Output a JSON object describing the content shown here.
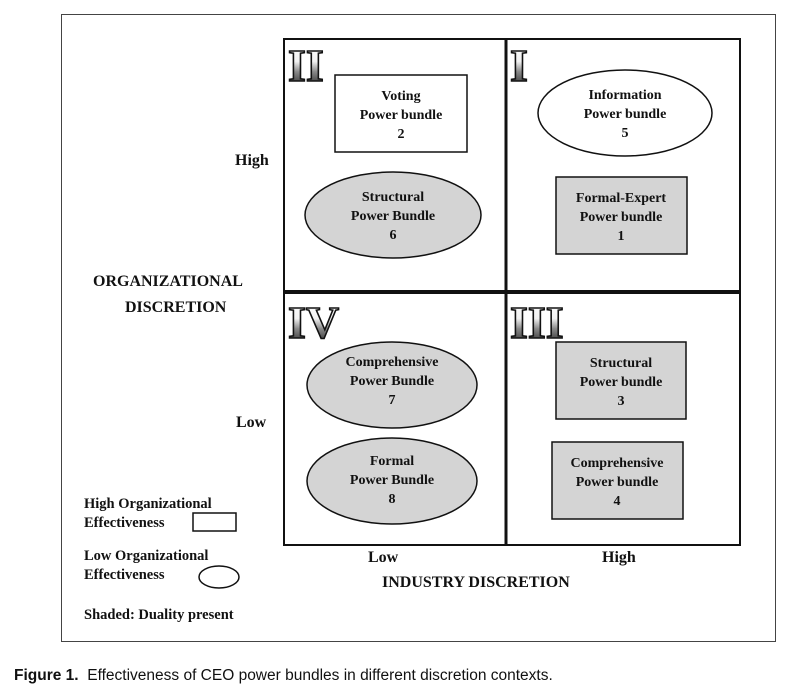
{
  "figure": {
    "quadrants": {
      "q1": {
        "numeral": "I",
        "items": [
          {
            "lines": [
              "Information",
              "Power bundle",
              "5"
            ]
          },
          {
            "lines": [
              "Formal-Expert",
              "Power bundle",
              "1"
            ]
          }
        ]
      },
      "q2": {
        "numeral": "II",
        "items": [
          {
            "lines": [
              "Voting",
              "Power bundle",
              "2"
            ]
          },
          {
            "lines": [
              "Structural",
              "Power Bundle",
              "6"
            ]
          }
        ]
      },
      "q3": {
        "numeral": "III",
        "items": [
          {
            "lines": [
              "Structural",
              "Power bundle",
              "3"
            ]
          },
          {
            "lines": [
              "Comprehensive",
              "Power bundle",
              "4"
            ]
          }
        ]
      },
      "q4": {
        "numeral": "IV",
        "items": [
          {
            "lines": [
              "Comprehensive",
              "Power Bundle",
              "7"
            ]
          },
          {
            "lines": [
              "Formal",
              "Power Bundle",
              "8"
            ]
          }
        ]
      }
    },
    "y_axis": {
      "title_lines": [
        "ORGANIZATIONAL",
        "DISCRETION"
      ],
      "high": "High",
      "low": "Low"
    },
    "x_axis": {
      "title": "INDUSTRY DISCRETION",
      "low": "Low",
      "high": "High"
    },
    "legend": {
      "rect_label_lines": [
        "High Organizational",
        "Effectiveness"
      ],
      "ellipse_label_lines": [
        "Low Organizational",
        "Effectiveness"
      ],
      "shaded_note": "Shaded: Duality present"
    },
    "colors": {
      "shaded_fill": "#d4d4d4",
      "unshaded_fill": "#ffffff",
      "stroke": "#111111"
    }
  },
  "caption": {
    "label": "Figure 1.",
    "text": "Effectiveness of CEO power bundles in different discretion contexts."
  }
}
